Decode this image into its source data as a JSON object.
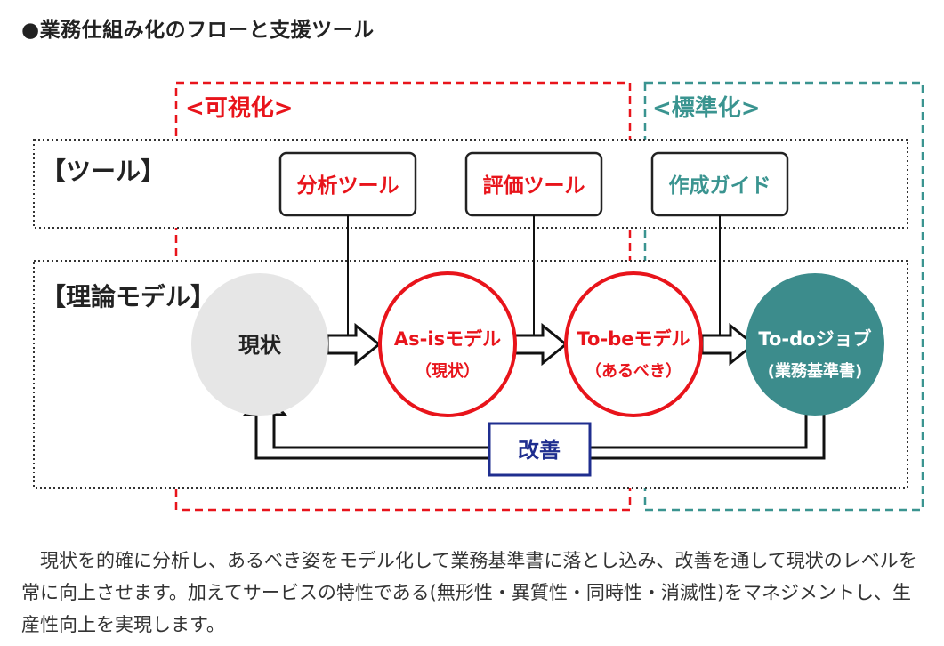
{
  "heading": "●業務仕組み化のフローと支援ツール",
  "diagram": {
    "sections": {
      "visualize": "<可視化>",
      "standardize": "<標準化>"
    },
    "rows": {
      "tools": "【ツール】",
      "theory": "【理論モデル】"
    },
    "tools": {
      "analysis": "分析ツール",
      "evaluation": "評価ツール",
      "guide": "作成ガイド"
    },
    "nodes": {
      "current": "現状",
      "asis_title": "As-isモデル",
      "asis_sub": "（現状）",
      "tobe_title": "To-beモデル",
      "tobe_sub": "（あるべき）",
      "todo_title": "To-doジョブ",
      "todo_sub": "(業務基準書)"
    },
    "improve": "改善",
    "colors": {
      "red": "#e8141b",
      "teal": "#3a9490",
      "teal_fill": "#3c8c8c",
      "navy": "#1f2e8f",
      "gray_fill": "#e6e6e6"
    }
  },
  "paragraph": "現状を的確に分析し、あるべき姿をモデル化して業務基準書に落とし込み、改善を通して現状のレベルを常に向上させます。加えてサービスの特性である(無形性・異質性・同時性・消滅性)をマネジメントし、生産性向上を実現します。"
}
